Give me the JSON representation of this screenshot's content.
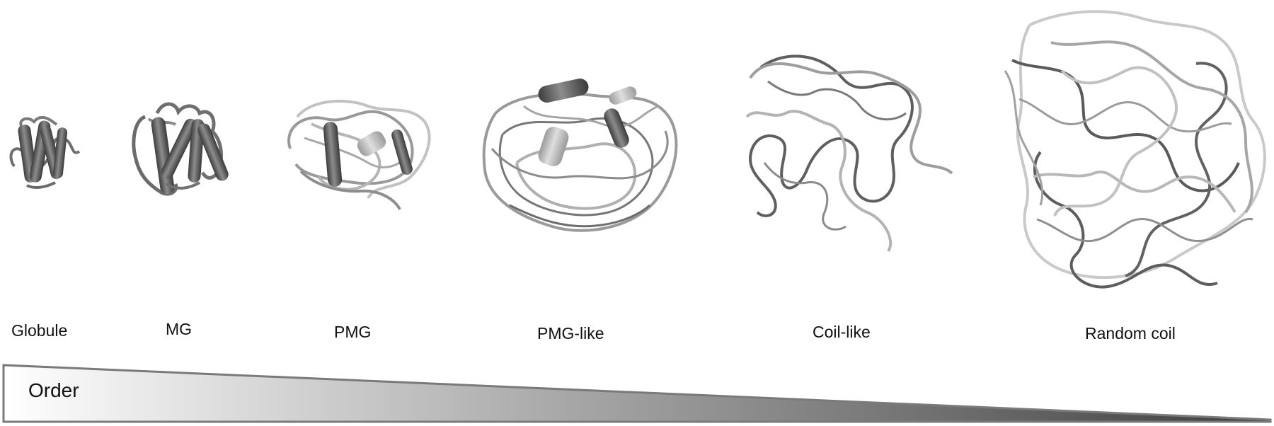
{
  "states": [
    {
      "id": "globule",
      "label": "Globule"
    },
    {
      "id": "mg",
      "label": "MG"
    },
    {
      "id": "pmg",
      "label": "PMG"
    },
    {
      "id": "pmg-like",
      "label": "PMG-like"
    },
    {
      "id": "coil-like",
      "label": "Coil-like"
    },
    {
      "id": "random-coil",
      "label": "Random coil"
    }
  ],
  "order_bar": {
    "label": "Order",
    "direction": "decreasing left to right"
  },
  "colors": {
    "dark_strand": "#555555",
    "mid_strand": "#8a8a8a",
    "light_strand": "#bdbdbd",
    "gradient_start": "#ffffff",
    "gradient_end": "#4a4a4a"
  }
}
